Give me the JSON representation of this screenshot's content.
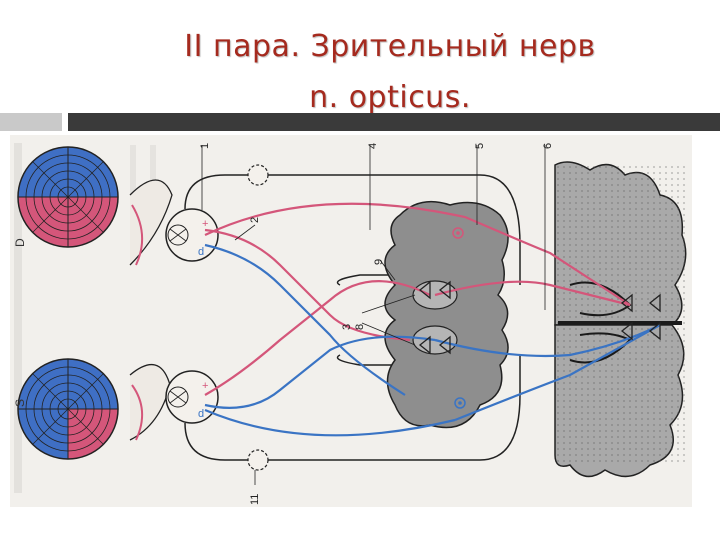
{
  "slide": {
    "title_line1": "II пара. Зрительный нерв",
    "title_line2": "n. opticus."
  },
  "figure": {
    "labels": {
      "n1": "1",
      "n2": "2",
      "n3": "3",
      "n4": "4",
      "n5": "5",
      "n6": "6",
      "n8": "8",
      "n9": "9",
      "n11": "11",
      "eye_right": "D",
      "eye_left": "S"
    },
    "colors": {
      "pink_fiber": "#d4567a",
      "blue_fiber": "#3a74c4",
      "brain_gray": "#8e8e8e",
      "outline": "#222222",
      "title": "#a52a1e"
    }
  }
}
